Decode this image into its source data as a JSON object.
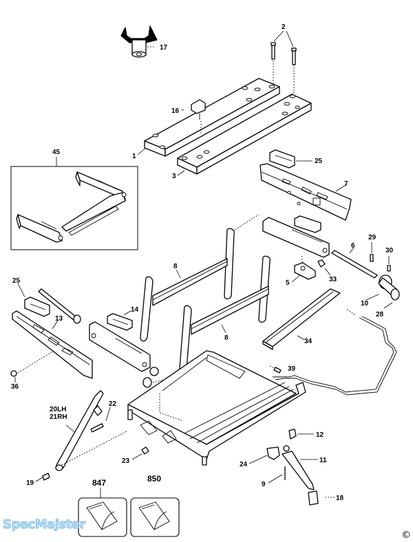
{
  "diagram": {
    "type": "exploded-parts-diagram",
    "subject": "folding workbench (Workmate-style) parts breakdown",
    "labels": {
      "p1": "1",
      "p2": "2",
      "p3": "3",
      "p5": "5",
      "p6": "6",
      "p7": "7",
      "p8a": "8",
      "p8b": "8",
      "p9": "9",
      "p10": "10",
      "p11": "11",
      "p12": "12",
      "p13": "13",
      "p14": "14",
      "p16": "16",
      "p17": "17",
      "p18": "18",
      "p19": "19",
      "p20": "20LH",
      "p21": "21RH",
      "p22": "22",
      "p23": "23",
      "p24": "24",
      "p25a": "25",
      "p25b": "25",
      "p28": "28",
      "p29": "29",
      "p30": "30",
      "p33": "33",
      "p34": "34",
      "p36": "36",
      "p39": "39",
      "p45": "45",
      "p847": "847",
      "p850": "850"
    },
    "watermark": "SpecMajster",
    "copyright_symbol": "©"
  },
  "colors": {
    "line": "#000000",
    "background": "#ffffff",
    "watermark_fill": "#bfe0f6",
    "watermark_stroke": "#6fb2e0"
  }
}
